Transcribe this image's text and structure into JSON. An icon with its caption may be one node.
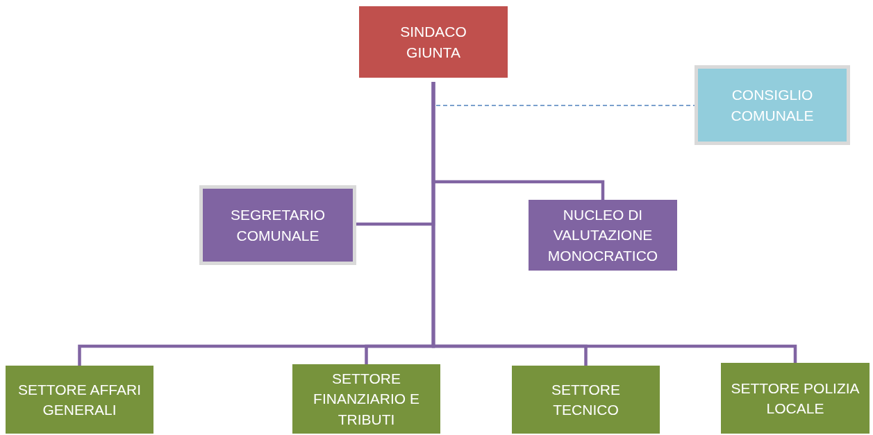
{
  "diagram": {
    "nodes": [
      {
        "text": [
          "SINDACO GIUNTA"
        ]
      },
      {
        "text": [
          "CONSIGLIO COMUNALE"
        ]
      },
      {
        "text": [
          "SEGRETARIO COMUNALE"
        ]
      },
      {
        "text": [
          "NUCLEO DI VALUTAZIONE MONOCRATICO"
        ]
      },
      {
        "text": [
          "SETTORE AFFARI GENERALI"
        ]
      },
      {
        "text": [
          "SETTORE FINANZIARIO E TRIBUTI"
        ]
      },
      {
        "text": [
          "SETTORE TECNICO"
        ]
      },
      {
        "text": [
          "SETTORE POLIZIA LOCALE"
        ]
      }
    ],
    "edges": [
      {
        "from": 0,
        "to": 1,
        "arrow": "none",
        "style": "dashed",
        "color": "#4f81bd"
      },
      {
        "from": 0,
        "to": 2,
        "arrow": "none"
      },
      {
        "from": 0,
        "to": 3,
        "arrow": "none"
      },
      {
        "from": 0,
        "to": 4,
        "arrow": "none"
      },
      {
        "from": 0,
        "to": 5,
        "arrow": "none"
      },
      {
        "from": 0,
        "to": 6,
        "arrow": "none"
      },
      {
        "from": 0,
        "to": 7,
        "arrow": "none"
      }
    ]
  }
}
